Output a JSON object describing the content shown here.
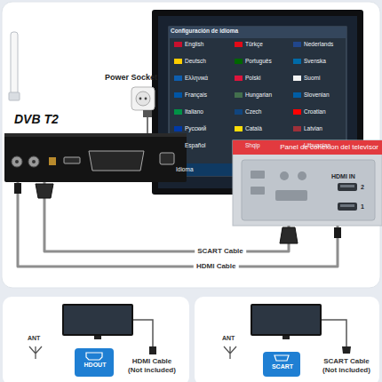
{
  "diagram": {
    "nodes": [
      {
        "text": [
          "Configuración de idioma"
        ]
      },
      {
        "text": [
          "Power Socket"
        ]
      },
      {
        "text": [
          "DVB T2"
        ]
      },
      {
        "text": [
          "Panel de conexion del televisor"
        ]
      },
      {
        "text": [
          "HDOUT"
        ]
      },
      {
        "text": [
          "SCART"
        ]
      }
    ],
    "edges": [
      {
        "from": 1,
        "to": 2,
        "arrow": "none"
      },
      {
        "from": 2,
        "to": 3,
        "label": "SCART Cable",
        "arrow": "none"
      },
      {
        "from": 2,
        "to": 3,
        "label": "HDMI Cable",
        "arrow": "none"
      }
    ],
    "labels": [
      "English",
      "Türkçe",
      "Nederlands",
      "Deutsch",
      "Português",
      "Svenska",
      "Ελληνικά",
      "Polski",
      "Suomi",
      "Français",
      "Hungarian",
      "Slovenian",
      "Italiano",
      "Czech",
      "Croatian",
      "Русский",
      "Català",
      "Latvian",
      "Español",
      "Shqip",
      "Lithuanian",
      "Idioma",
      "HDMI IN",
      "2",
      "1",
      "ANT",
      "HDMI Cable (Not included)",
      "ANT",
      "SCART Cable (Not included)"
    ]
  }
}
